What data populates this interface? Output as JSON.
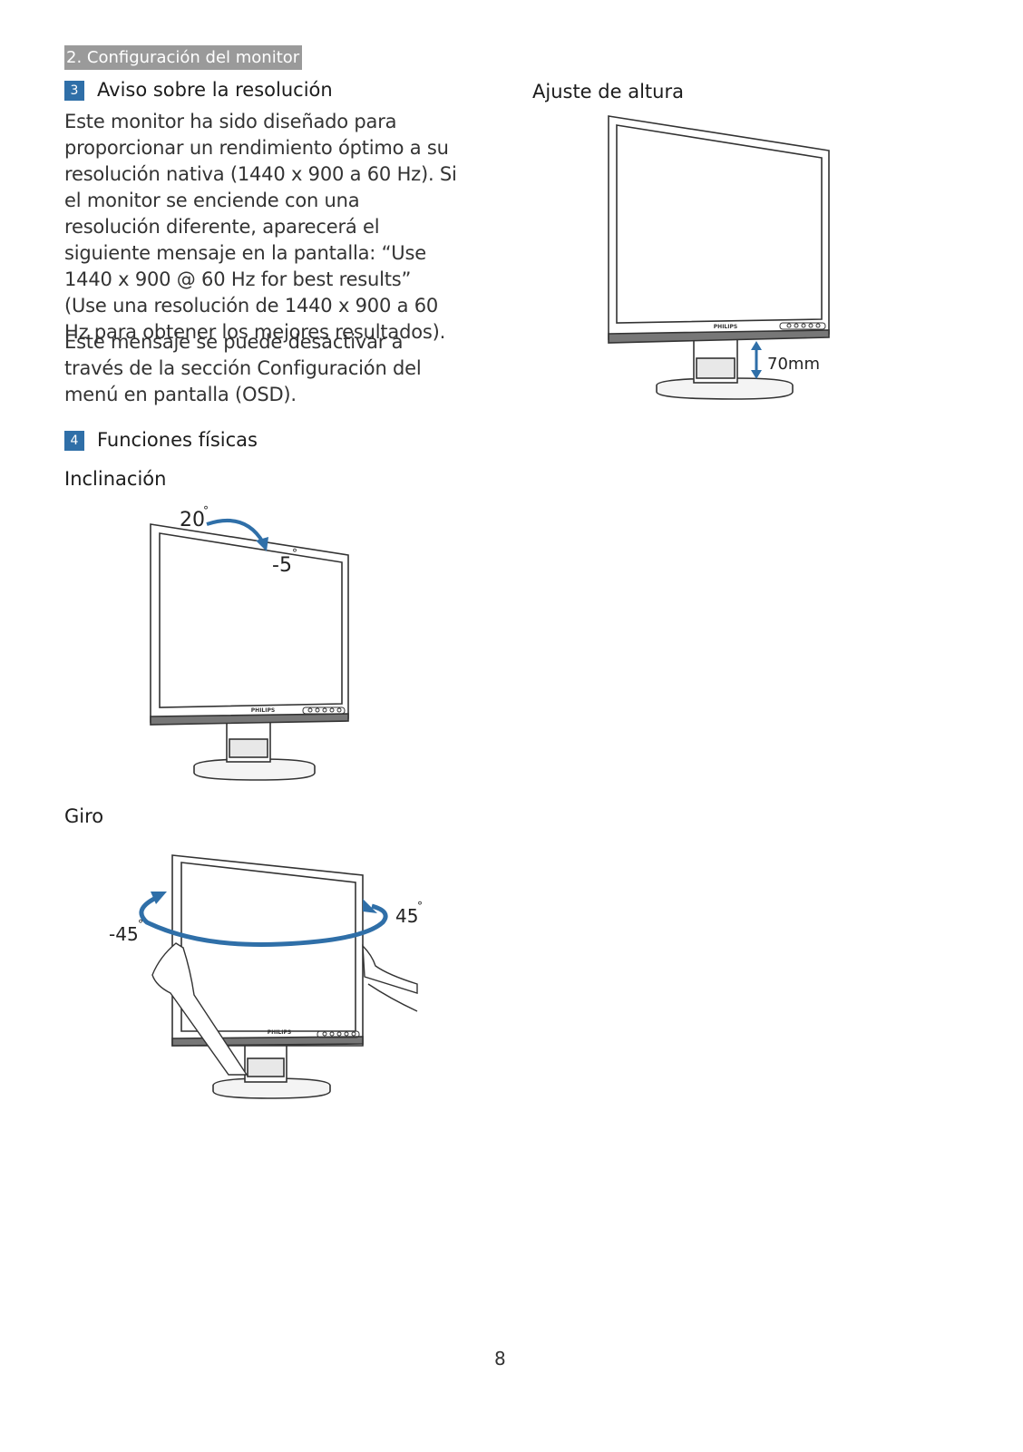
{
  "header": {
    "section_tab": "2. Configuración del monitor"
  },
  "section3": {
    "number": "3",
    "title": "Aviso sobre la resolución",
    "paragraph1": "Este monitor ha sido diseñado para proporcionar un rendimiento óptimo a su resolución nativa (1440 x 900 a 60 Hz). Si el monitor se enciende con una resolución diferente, aparecerá el siguiente mensaje en la pantalla: “Use 1440 x 900 @ 60 Hz for best results” (Use una resolución de 1440 x 900 a 60 Hz para obtener los mejores resultados).",
    "paragraph2": "Este mensaje se puede desactivar a través de la sección Configuración del menú en pantalla (OSD)."
  },
  "section4": {
    "number": "4",
    "title": "Funciones físicas",
    "tilt": {
      "label": "Inclinación",
      "angle_up": "20",
      "angle_down": "-5",
      "degree": "°"
    },
    "swivel": {
      "label": "Giro",
      "angle_left": "-45",
      "angle_right": "45",
      "degree": "°"
    }
  },
  "height_adjust": {
    "label": "Ajuste de altura",
    "value": "70mm"
  },
  "brand": "PHILIPS",
  "footer": {
    "page_number": "8"
  },
  "colors": {
    "accent_blue": "#2f6fa8",
    "tab_gray": "#9a9a9a"
  }
}
